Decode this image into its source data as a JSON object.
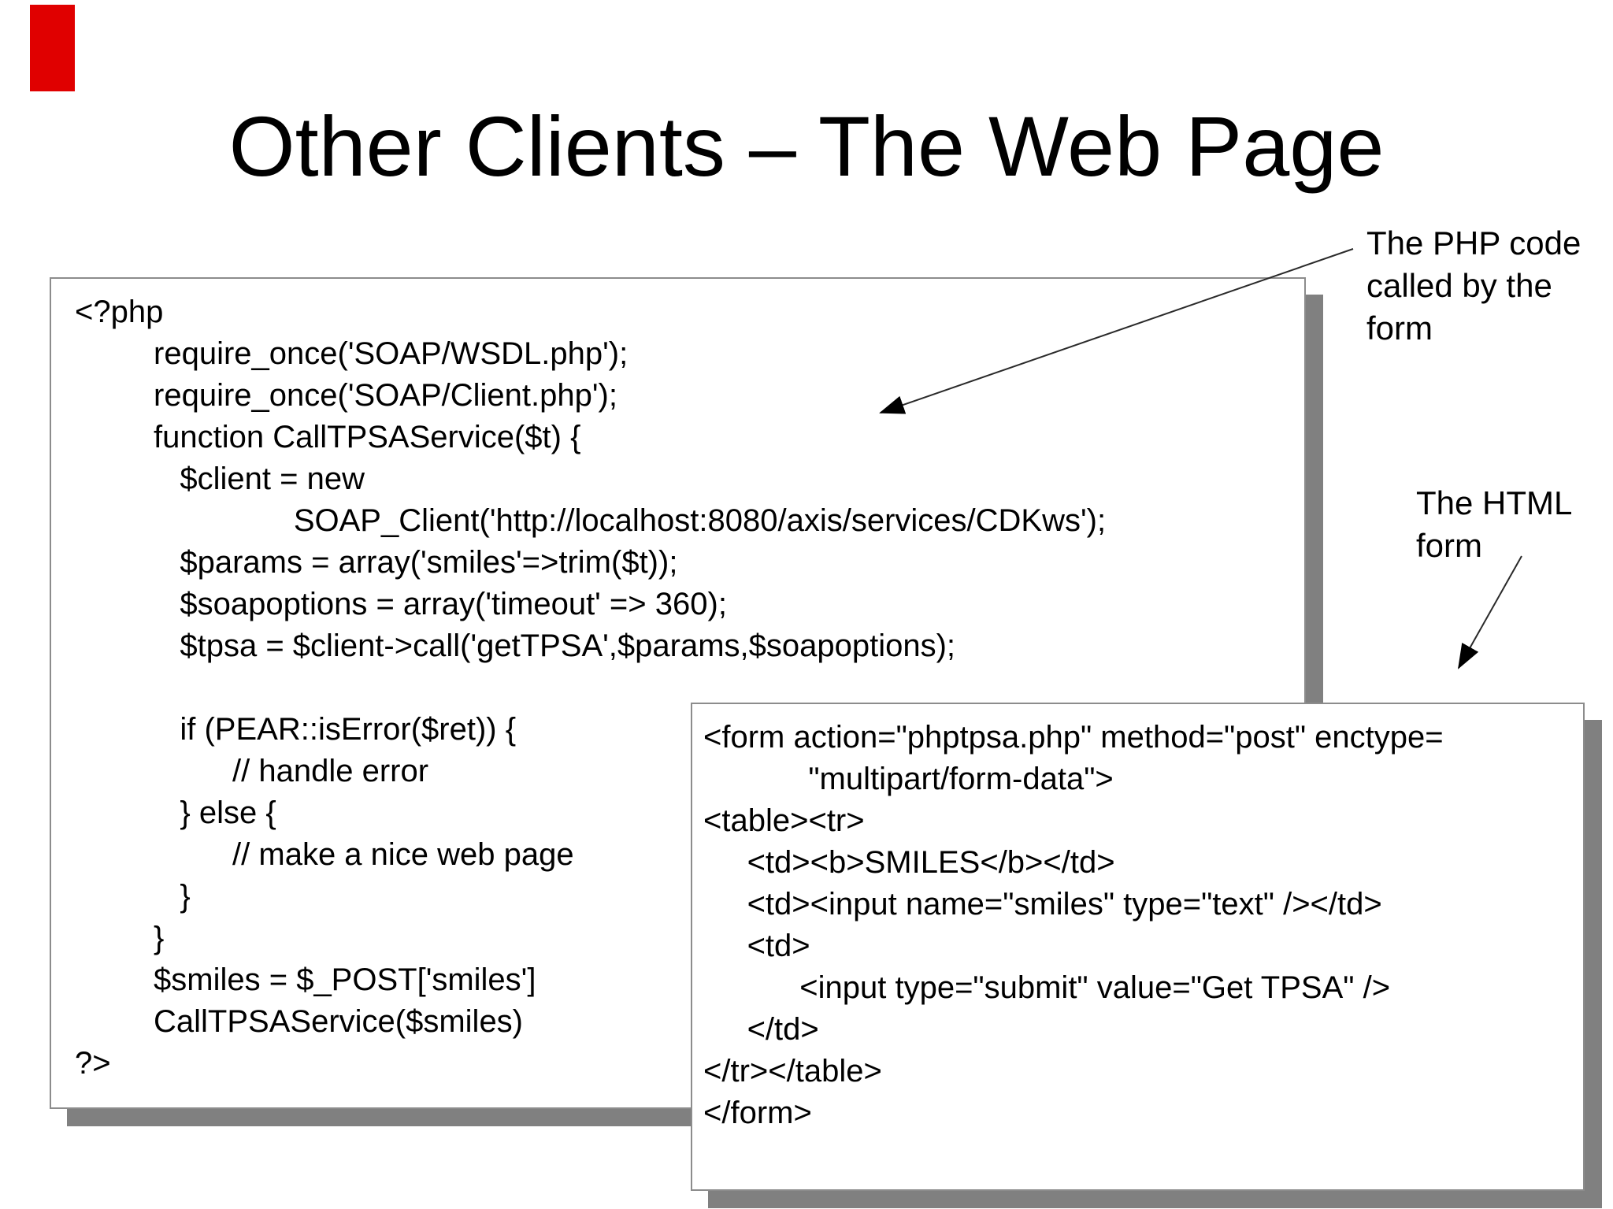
{
  "slide": {
    "title": "Other Clients – The Web Page",
    "colors": {
      "accent": "#e00000",
      "shadow": "#808080",
      "box_border": "#8c8c8c",
      "text": "#000000"
    }
  },
  "php_box": {
    "lines": [
      "<?php",
      "         require_once('SOAP/WSDL.php');",
      "         require_once('SOAP/Client.php');",
      "         function CallTPSAService($t) {",
      "            $client = new",
      "                         SOAP_Client('http://localhost:8080/axis/services/CDKws');",
      "            $params = array('smiles'=>trim($t));",
      "            $soapoptions = array('timeout' => 360);",
      "            $tpsa = $client->call('getTPSA',$params,$soapoptions);",
      "",
      "            if (PEAR::isError($ret)) {",
      "                  // handle error",
      "            } else {",
      "                  // make a nice web page",
      "            }",
      "         }",
      "         $smiles = $_POST['smiles']",
      "         CallTPSAService($smiles)",
      "?>"
    ]
  },
  "form_box": {
    "lines": [
      "<form action=\"phptpsa.php\" method=\"post\" enctype=",
      "            \"multipart/form-data\">",
      "<table><tr>",
      "     <td><b>SMILES</b></td>",
      "     <td><input name=\"smiles\" type=\"text\" /></td>",
      "     <td>",
      "           <input type=\"submit\" value=\"Get TPSA\" />",
      "     </td>",
      "</tr></table>",
      "</form>"
    ]
  },
  "annotations": {
    "php_label": "The PHP code\ncalled by the\nform",
    "html_label": "The HTML\nform"
  }
}
